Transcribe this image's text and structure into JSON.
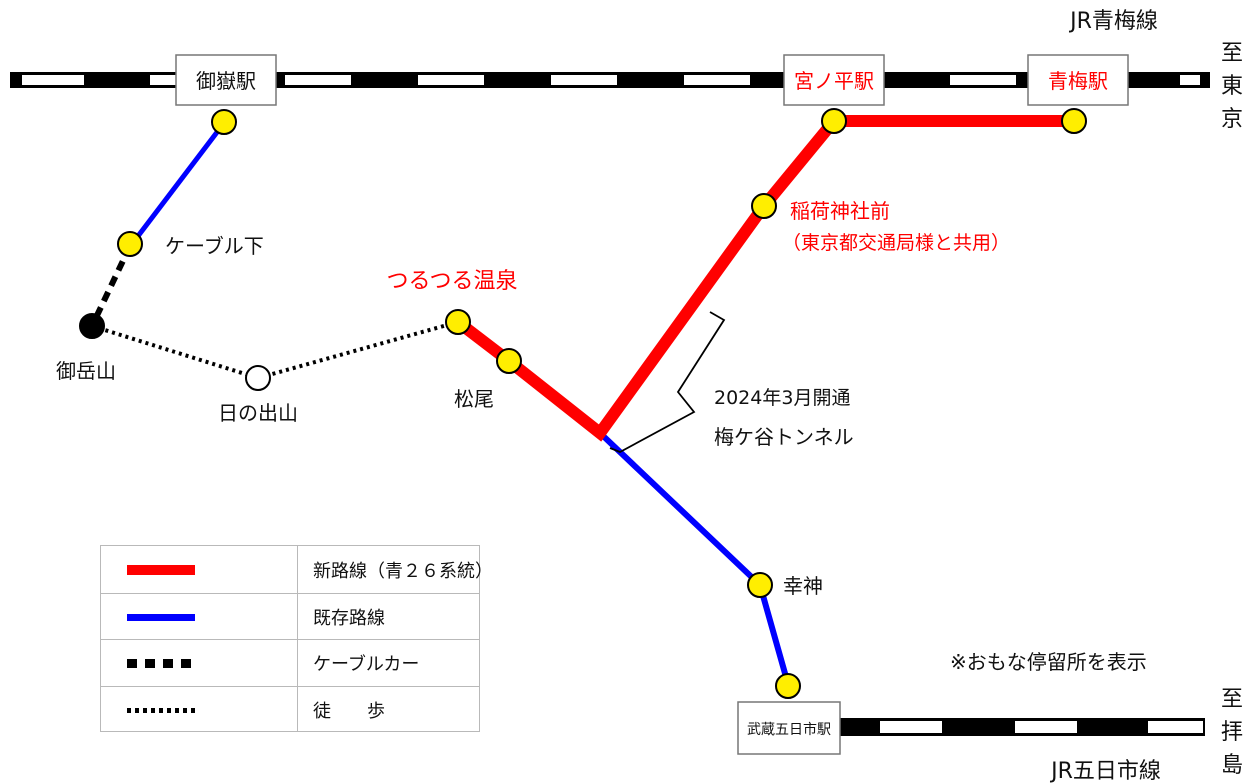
{
  "colors": {
    "new_route": "#ff0000",
    "existing_route": "#0000ff",
    "stop_fill": "#ffee00",
    "label_red": "#ff0000",
    "label_black": "#111111"
  },
  "railways": {
    "top_line_name": "JR青梅線",
    "top_direction": [
      "至",
      "東",
      "京"
    ],
    "bottom_line_name": "JR五日市線",
    "bottom_direction": [
      "至",
      "拝",
      "島"
    ]
  },
  "stations": {
    "mitake": "御嶽駅",
    "miyanohira": "宮ノ平駅",
    "ome": "青梅駅",
    "musashi_itsukaichi": "武蔵五日市駅"
  },
  "stops": {
    "cable_shita": "ケーブル下",
    "mitakesan": "御岳山",
    "hinodeyama": "日の出山",
    "tsurutsuru_onsen": "つるつる温泉",
    "matsuo": "松尾",
    "koujin": "幸神",
    "inari_jinja_mae": "稲荷神社前",
    "inari_note": "（東京都交通局様と共用）"
  },
  "tunnel": {
    "opening": "2024年3月開通",
    "name": "梅ケ谷トンネル"
  },
  "note": "※おもな停留所を表示",
  "legend": [
    {
      "key": "new_route",
      "label": "新路線（青２６系統）"
    },
    {
      "key": "existing_route",
      "label": "既存路線"
    },
    {
      "key": "cable_car",
      "label": "ケーブルカー"
    },
    {
      "key": "walking",
      "label": "徒　　歩"
    }
  ]
}
